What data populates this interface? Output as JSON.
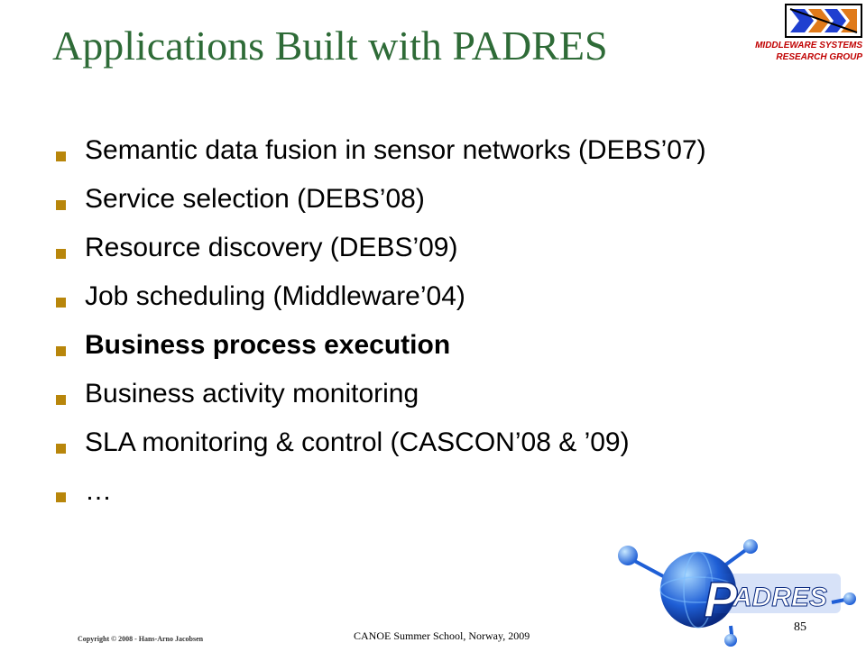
{
  "slide": {
    "title": "Applications Built with PADRES",
    "group_line1": "MIDDLEWARE SYSTEMS",
    "group_line2": "RESEARCH GROUP",
    "bullets": [
      {
        "text": "Semantic data fusion in sensor networks (DEBS’07)",
        "bold": false
      },
      {
        "text": "Service selection (DEBS’08)",
        "bold": false
      },
      {
        "text": "Resource discovery (DEBS’09)",
        "bold": false
      },
      {
        "text": "Job scheduling (Middleware’04)",
        "bold": false
      },
      {
        "text": "Business process execution",
        "bold": true
      },
      {
        "text": "Business activity monitoring",
        "bold": false
      },
      {
        "text": "SLA monitoring & control (CASCON’08 & ’09)",
        "bold": false
      },
      {
        "text": "…",
        "bold": false
      }
    ],
    "logo_text": "PADRES",
    "copyright": "Copyright © 2008 - Hans-Arno Jacobsen",
    "footer": "CANOE Summer School, Norway, 2009",
    "slide_number": "85"
  },
  "colors": {
    "title": "#2e6b37",
    "bullet_marker": "#b8860b",
    "group_text": "#c00000",
    "logo_blue": "#1f5fd6"
  },
  "icons": {
    "group_logo": "msrg-logo-icon",
    "product_logo": "padres-globe-icon"
  }
}
